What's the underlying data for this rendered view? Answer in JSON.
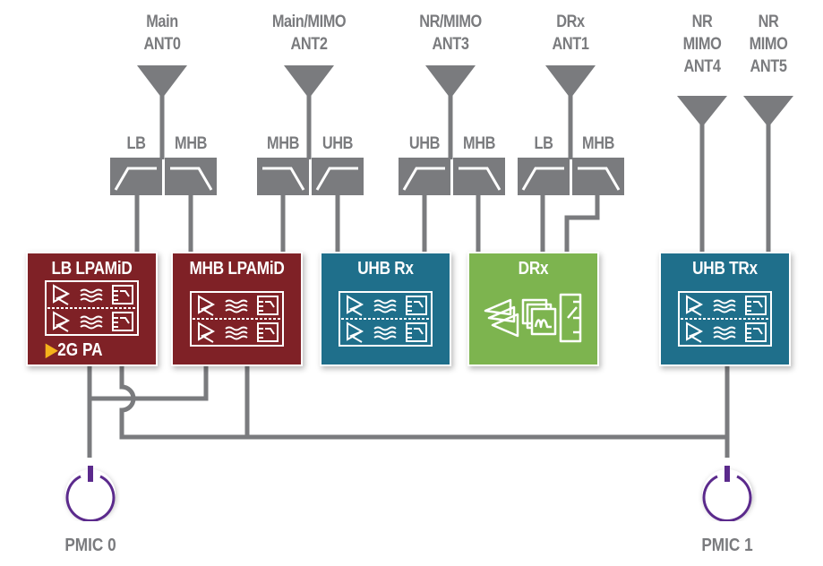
{
  "antennas": [
    {
      "id": "ant0",
      "lines": [
        "Main",
        "ANT0"
      ]
    },
    {
      "id": "ant2",
      "lines": [
        "Main/MIMO",
        "ANT2"
      ]
    },
    {
      "id": "ant3",
      "lines": [
        "NR/MIMO",
        "ANT3"
      ]
    },
    {
      "id": "ant1",
      "lines": [
        "DRx",
        "ANT1"
      ]
    },
    {
      "id": "ant4",
      "lines": [
        "NR",
        "MIMO",
        "ANT4"
      ]
    },
    {
      "id": "ant5",
      "lines": [
        "NR",
        "MIMO",
        "ANT5"
      ]
    }
  ],
  "filters": [
    {
      "label": "LB",
      "type": "highpass"
    },
    {
      "label": "MHB",
      "type": "lowpass"
    },
    {
      "label": "MHB",
      "type": "lowpass"
    },
    {
      "label": "UHB",
      "type": "highpass"
    },
    {
      "label": "UHB",
      "type": "highpass"
    },
    {
      "label": "MHB",
      "type": "lowpass"
    },
    {
      "label": "LB",
      "type": "highpass"
    },
    {
      "label": "MHB",
      "type": "lowpass"
    }
  ],
  "modules": [
    {
      "id": "lb-lpamid",
      "title": "LB LPAMiD",
      "color": "#7f2126",
      "extra": "2G PA",
      "extra_icon_color": "#f5b21b"
    },
    {
      "id": "mhb-lpamid",
      "title": "MHB LPAMiD",
      "color": "#7f2126"
    },
    {
      "id": "uhb-rx",
      "title": "UHB Rx",
      "color": "#1f6f8b"
    },
    {
      "id": "drx",
      "title": "DRx",
      "color": "#7db44f"
    },
    {
      "id": "uhb-trx",
      "title": "UHB TRx",
      "color": "#1f6f8b"
    }
  ],
  "pmics": [
    {
      "id": "pmic0",
      "label": "PMIC 0",
      "color": "#5b2a8c"
    },
    {
      "id": "pmic1",
      "label": "PMIC 1",
      "color": "#5b2a8c"
    }
  ],
  "colors": {
    "line": "#7a7b7e",
    "filter_fill": "#7a7b7e"
  }
}
